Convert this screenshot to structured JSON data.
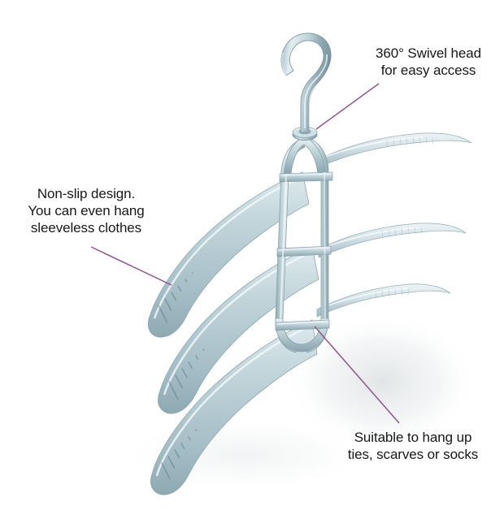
{
  "product": {
    "name": "3-tier swivel clothes hanger",
    "material_color": "#a9bfc7",
    "highlight_color": "#e6eef1",
    "shade_color": "#7f9aa4",
    "background": "#ffffff"
  },
  "annotations": {
    "leader_color": "#8e5590",
    "items": [
      {
        "id": "swivel",
        "text": "360° Swivel head\nfor easy access",
        "position": "top-right",
        "line_from": [
          389,
          159
        ],
        "line_to": [
          466,
          103
        ]
      },
      {
        "id": "nonslip",
        "text": "Non-slip design.\nYou can even hang\nsleeveless clothes",
        "position": "left",
        "line_from": [
          112,
          304
        ],
        "line_to": [
          211,
          351
        ]
      },
      {
        "id": "ties",
        "text": "Suitable to hang up\nties, scarves or socks",
        "position": "bottom-right",
        "line_from": [
          387,
          402
        ],
        "line_to": [
          491,
          521
        ]
      }
    ]
  },
  "chart_data": {
    "type": "table",
    "title": "Swivel hanger feature callouts",
    "categories": [
      "360° Swivel head for easy access",
      "Non-slip design. You can even hang sleeveless clothes",
      "Suitable to hang up ties, scarves or socks"
    ],
    "values": [
      1,
      1,
      1
    ]
  }
}
